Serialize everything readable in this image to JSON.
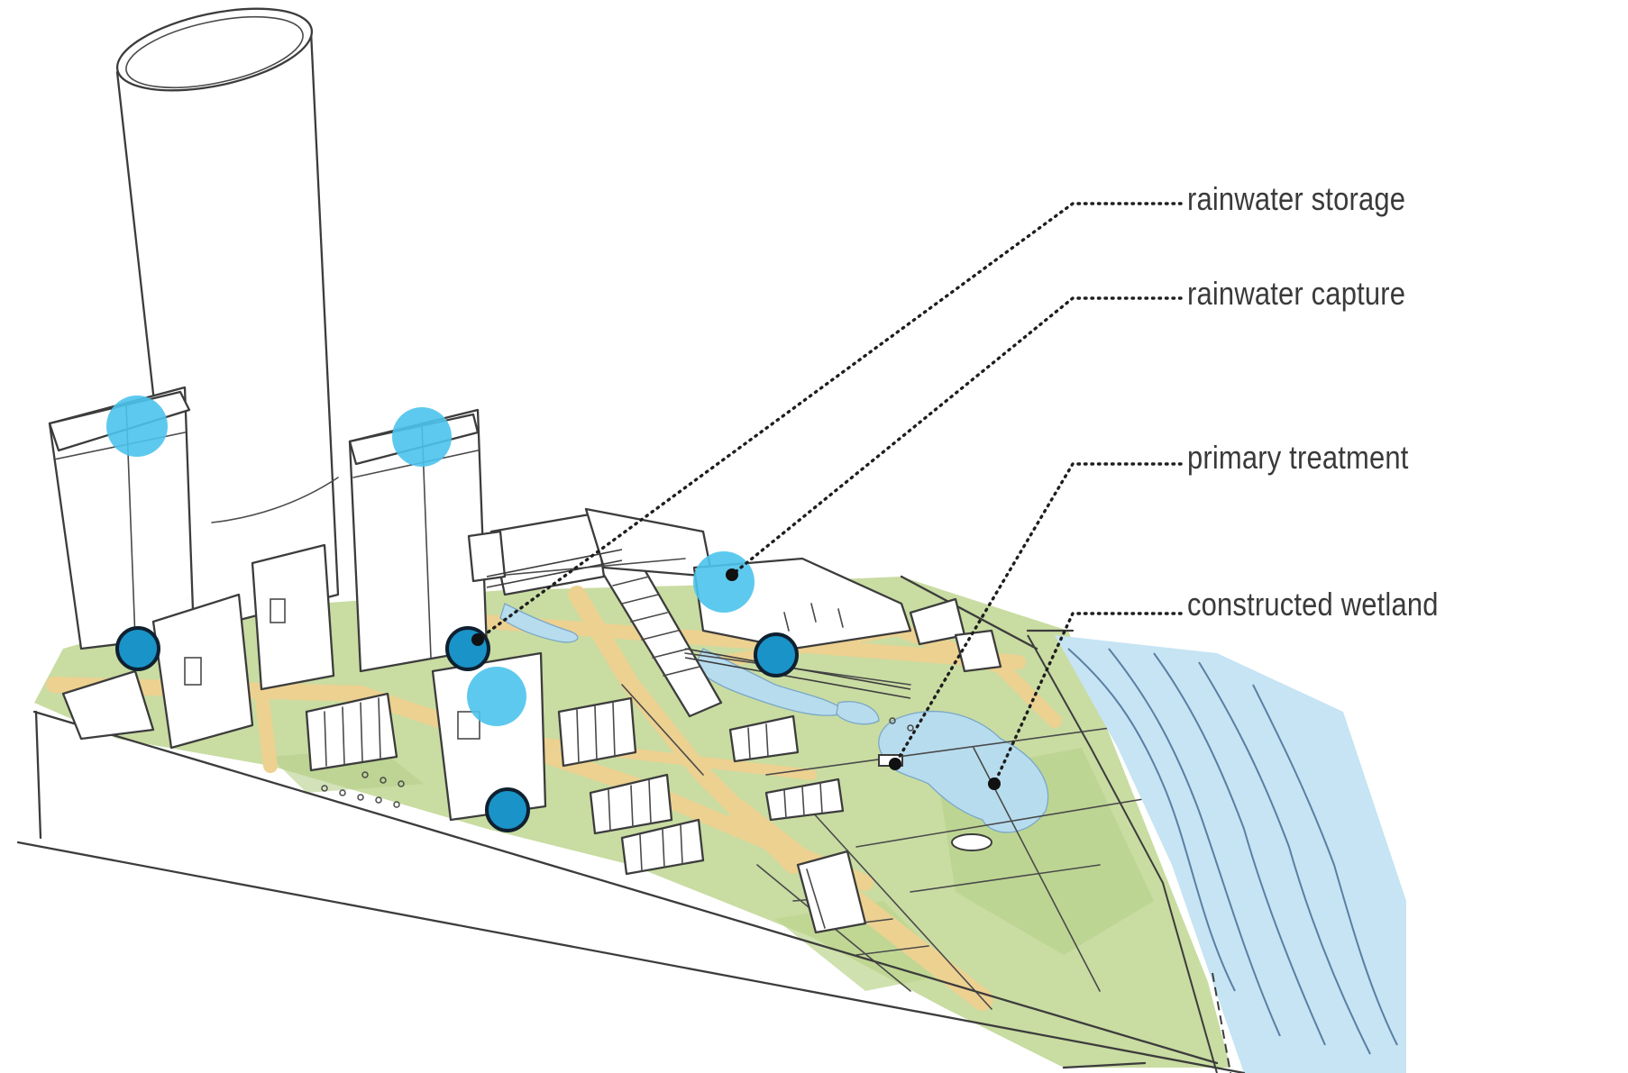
{
  "diagram": {
    "labels": {
      "rainwater_storage": "rainwater storage",
      "rainwater_capture": "rainwater capture",
      "primary_treatment": "primary treatment",
      "constructed_wetland": "constructed wetland"
    },
    "legend_markers": {
      "storage_marker_color": "#1a93c8",
      "capture_marker_color": "#4cc3ec"
    },
    "colors": {
      "ground_green": "#c9dca2",
      "path_ochre": "#ecd191",
      "water_blue": "#b7dcee",
      "river_blue": "#c6e4f3",
      "river_line": "#5a7fa3",
      "ink": "#3c3c3c"
    }
  }
}
